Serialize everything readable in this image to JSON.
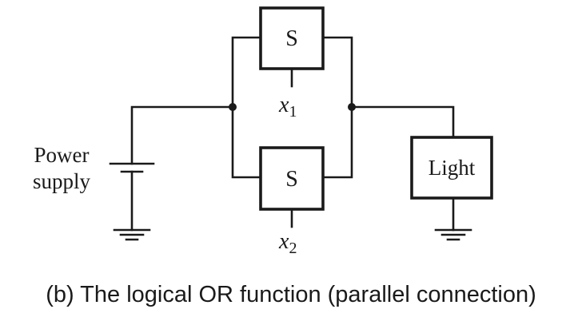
{
  "switch_top": {
    "label": "S",
    "variable": "x",
    "subscript": "1"
  },
  "switch_bottom": {
    "label": "S",
    "variable": "x",
    "subscript": "2"
  },
  "power_supply": {
    "line1": "Power",
    "line2": "supply"
  },
  "light": {
    "label": "Light"
  },
  "caption": "(b) The logical OR function (parallel connection)"
}
